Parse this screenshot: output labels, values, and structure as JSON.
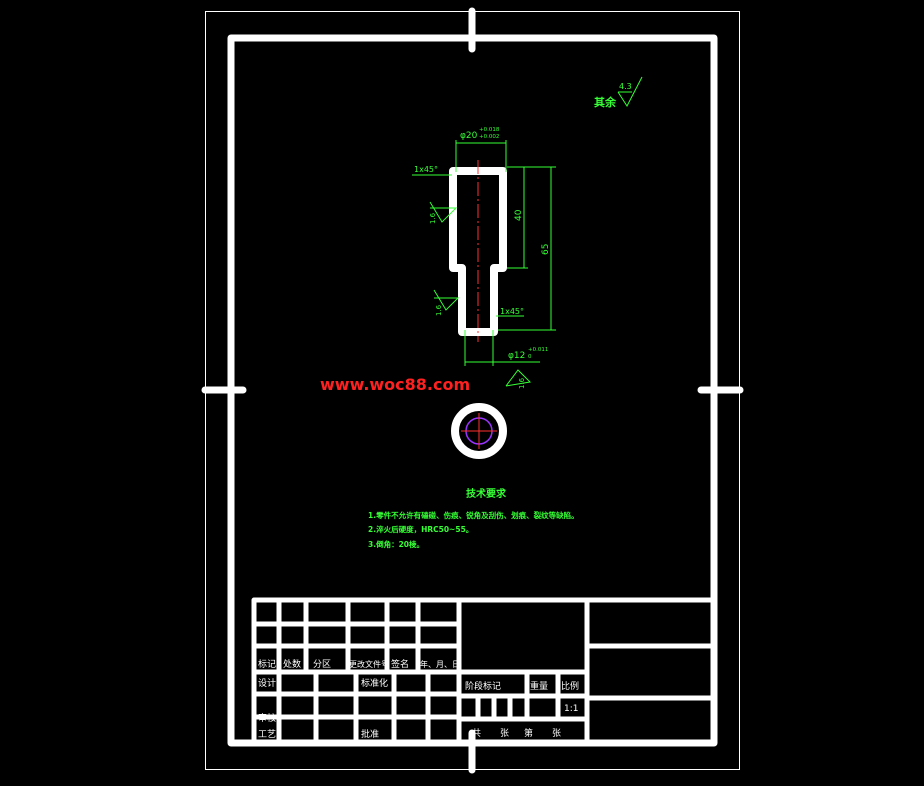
{
  "colors": {
    "background": "#000000",
    "frame": "#ffffff",
    "dimension": "#35ff35",
    "centerline": "#ff3030",
    "watermark": "#ff2020",
    "hole_circle": "#9933ff"
  },
  "watermark": "www.woc88.com",
  "roughness_note": {
    "label": "其余",
    "value": "4.3"
  },
  "dimensions": {
    "top_diameter": {
      "main": "φ20",
      "tol_upper": "+0.018",
      "tol_lower": "+0.002"
    },
    "bottom_diameter": {
      "main": "φ12",
      "tol_upper": "+0.011",
      "tol_lower": "0"
    },
    "chamfer_top": "1x45°",
    "chamfer_bottom": "1x45°",
    "length_upper": "40",
    "length_total": "65",
    "roughness_values": [
      "1.6",
      "1.6",
      "1.6"
    ]
  },
  "tech_requirements": {
    "title": "技术要求",
    "items": [
      "1.零件不允许有磕碰、伤痕、锐角及刮伤、划痕、裂纹等缺陷。",
      "2.淬火后硬度，HRC50~55。",
      "3.倒角：20棱。"
    ]
  },
  "title_block": {
    "header_labels": [
      "标记",
      "处数",
      "分区",
      "更改文件号",
      "签名",
      "年、月、日"
    ],
    "row_design": [
      "设计",
      "标准化"
    ],
    "row_review": [
      "审核"
    ],
    "row_process": [
      "工艺",
      "批准"
    ],
    "stage_labels": [
      "阶段标记",
      "重量",
      "比例"
    ],
    "scale": "1:1",
    "sheet_labels": [
      "共",
      "张",
      "第",
      "张"
    ]
  }
}
